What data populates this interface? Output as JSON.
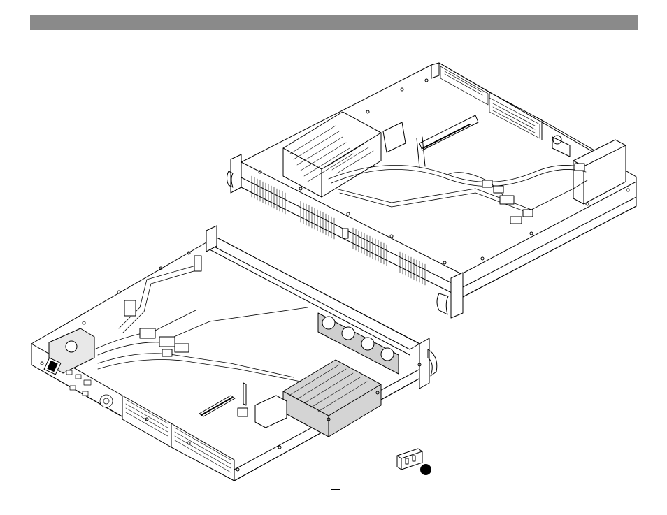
{
  "header": {
    "title": ""
  },
  "figure": {
    "upper_chassis": "rackmount-chassis-assembled",
    "lower_chassis": "rackmount-chassis-open-rear",
    "bracket_part": "mounting-bracket",
    "callout_marker": "filled-circle",
    "callout_color": "#000000",
    "bar_color": "#8a8a8a"
  },
  "footer": {
    "page_mark": ""
  }
}
